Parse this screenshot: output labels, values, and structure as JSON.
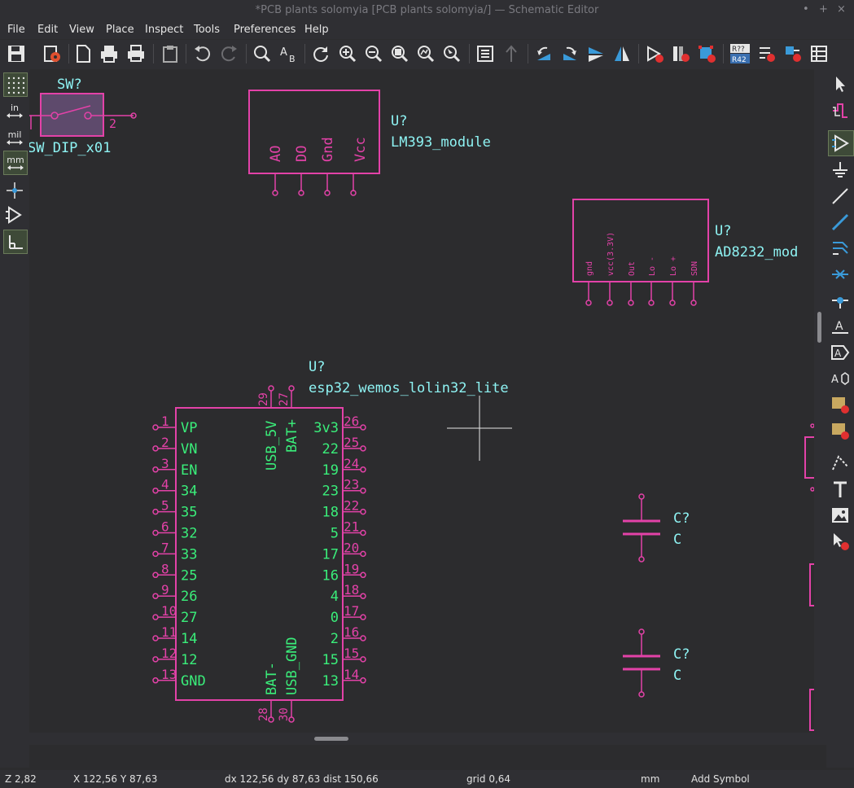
{
  "window": {
    "title": "*PCB plants solomyia [PCB plants solomyia/] — Schematic Editor",
    "min": "•",
    "max": "+",
    "close": "×"
  },
  "menu": [
    "File",
    "Edit",
    "View",
    "Place",
    "Inspect",
    "Tools",
    "Preferences",
    "Help"
  ],
  "left_units": {
    "in": "in",
    "mil": "mil",
    "mm": "mm"
  },
  "toolbar_ref_labels": {
    "annotate": "R??",
    "annotate2": "R42"
  },
  "schematic": {
    "sw": {
      "ref": "SW?",
      "value": "SW_DIP_x01",
      "pin2": "2"
    },
    "lm393": {
      "ref": "U?",
      "value": "LM393_module",
      "pins": [
        "AO",
        "DO",
        "Gnd",
        "Vcc"
      ]
    },
    "ad8232": {
      "ref": "U?",
      "value": "AD8232_mod",
      "pins": [
        "gnd",
        "vcc(3.3V)",
        "Out",
        "Lo -",
        "Lo +",
        "SDN"
      ]
    },
    "esp32": {
      "ref": "U?",
      "value": "esp32_wemos_lolin32_lite",
      "left_nums": [
        "1",
        "2",
        "3",
        "4",
        "5",
        "6",
        "7",
        "8",
        "9",
        "10",
        "11",
        "12",
        "13"
      ],
      "left_names": [
        "VP",
        "VN",
        "EN",
        "34",
        "35",
        "32",
        "33",
        "25",
        "26",
        "27",
        "14",
        "12",
        "GND"
      ],
      "right_nums": [
        "26",
        "25",
        "24",
        "23",
        "22",
        "21",
        "20",
        "19",
        "18",
        "17",
        "16",
        "15",
        "14"
      ],
      "right_names": [
        "3v3",
        "22",
        "19",
        "23",
        "18",
        "5",
        "17",
        "16",
        "4",
        "0",
        "2",
        "15",
        "13"
      ],
      "top_nums": [
        "29",
        "27"
      ],
      "top_names": [
        "USB_5V",
        "BAT+"
      ],
      "bottom_nums": [
        "28",
        "30"
      ],
      "bottom_names": [
        "BAT-",
        "USB_GND"
      ]
    },
    "cap1": {
      "ref": "C?",
      "value": "C"
    },
    "cap2": {
      "ref": "C?",
      "value": "C"
    }
  },
  "status": {
    "zoom": "Z 2,82",
    "xy": "X 122,56  Y 87,63",
    "delta": "dx 122,56  dy 87,63  dist 150,66",
    "grid": "grid 0,64",
    "units": "mm",
    "mode": "Add Symbol"
  },
  "colors": {
    "symbol": "#e342a8",
    "text": "#8ef3f3",
    "pinname": "#3aee7a",
    "canvas": "#2c2c2e"
  }
}
